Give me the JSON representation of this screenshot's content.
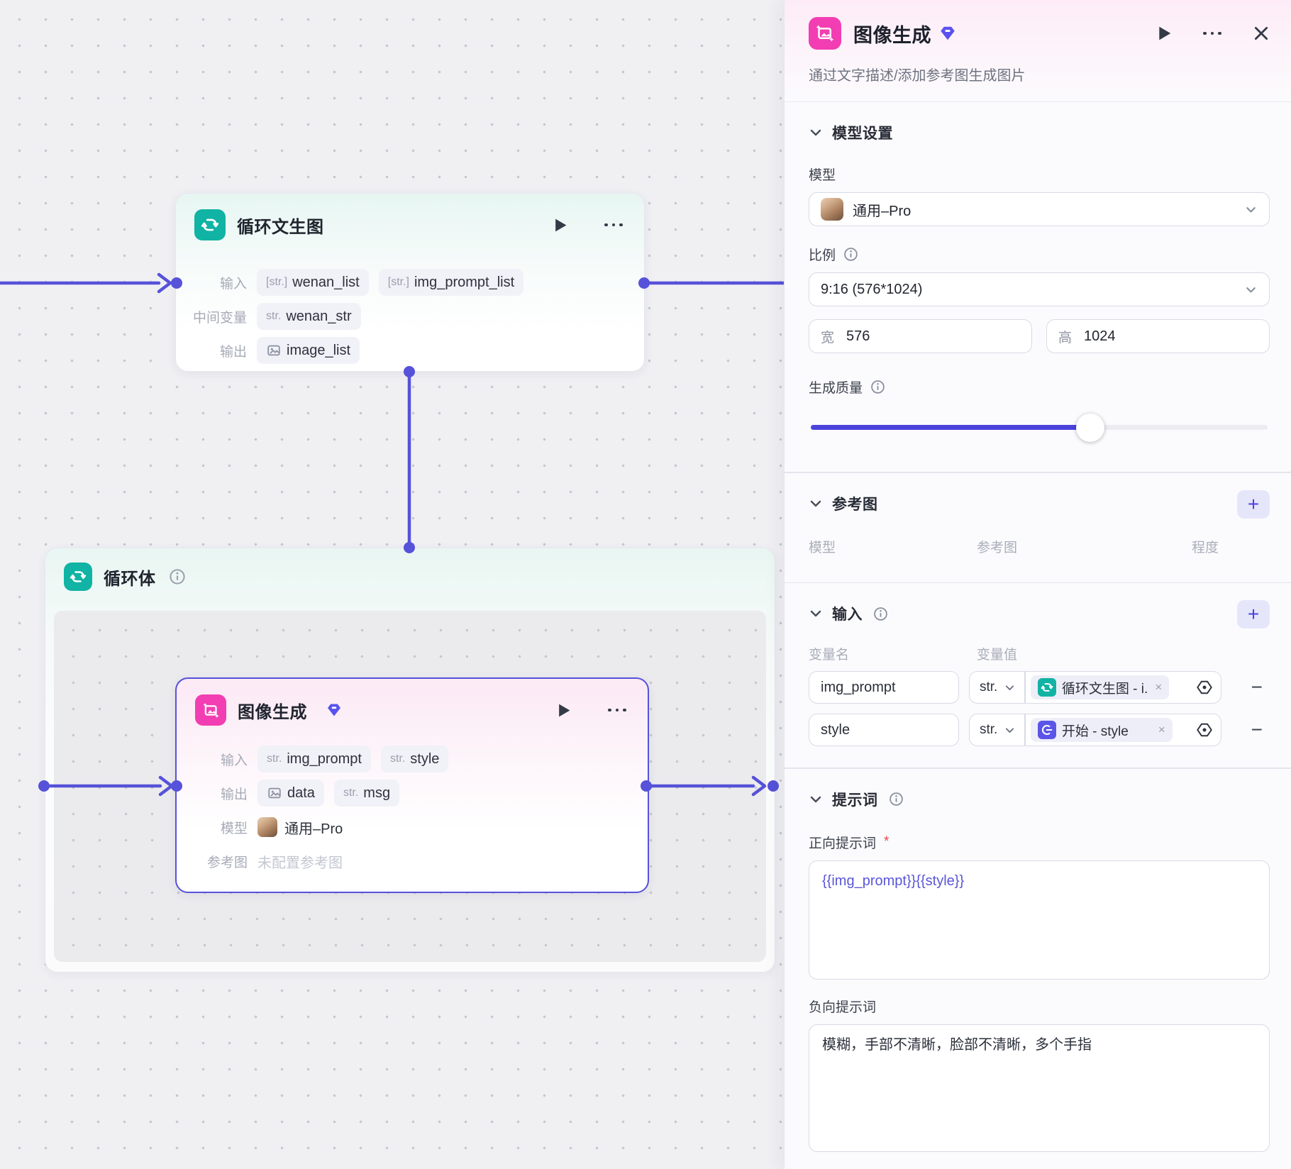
{
  "accent_colors": {
    "indigo": "#5652d9",
    "teal": "#10b3a4",
    "pink": "#f23eb2",
    "slider_fill": "#4b43dc"
  },
  "icons": {
    "loop-icon": "two circular arrows",
    "image-gen-icon": "framed picture with sparkles",
    "gem-badge-icon": "indigo gem with minus",
    "play-icon": "filled triangle",
    "more-icon": "three dots",
    "close-icon": "✕",
    "chevron-down-icon": "⌄",
    "info-icon": "ⓘ",
    "hexagon-setting-icon": "hexagon with center dot",
    "start-icon": "circular arrow with bar",
    "image-icon": "picture frame",
    "plus": "+",
    "minus": "−",
    "chip_close": "×"
  },
  "canvas": {
    "loop_node": {
      "title": "循环文生图",
      "input_label": "输入",
      "mid_label": "中间变量",
      "output_label": "输出",
      "input_chips": [
        {
          "tag": "[str.]",
          "text": "wenan_list"
        },
        {
          "tag": "[str.]",
          "text": "img_prompt_list"
        }
      ],
      "mid_chip": {
        "tag": "str.",
        "text": "wenan_str"
      },
      "output_chip": {
        "text": "image_list"
      }
    },
    "loop_body": {
      "title": "循环体"
    },
    "image_node": {
      "title": "图像生成",
      "input_label": "输入",
      "output_label": "输出",
      "model_label": "模型",
      "ref_label": "参考图",
      "input_chips": [
        {
          "tag": "str.",
          "text": "img_prompt"
        },
        {
          "tag": "str.",
          "text": "style"
        }
      ],
      "output_chips": [
        {
          "text": "data"
        },
        {
          "tag": "str.",
          "text": "msg"
        }
      ],
      "model_value": "通用–Pro",
      "ref_value": "未配置参考图"
    }
  },
  "panel": {
    "title": "图像生成",
    "description": "通过文字描述/添加参考图生成图片",
    "model_settings": {
      "title": "模型设置",
      "model_label": "模型",
      "model_value": "通用–Pro",
      "ratio_label": "比例",
      "ratio_value": "9:16 (576*1024)",
      "width_label": "宽",
      "width_value": "576",
      "height_label": "高",
      "height_value": "1024",
      "quality_label": "生成质量"
    },
    "reference": {
      "title": "参考图",
      "col_model": "模型",
      "col_ref": "参考图",
      "col_degree": "程度"
    },
    "inputs": {
      "title": "输入",
      "col_name": "变量名",
      "col_value": "变量值",
      "rows": [
        {
          "name": "img_prompt",
          "type": "str.",
          "ref": "循环文生图 - i."
        },
        {
          "name": "style",
          "type": "str.",
          "ref": "开始 - style"
        }
      ]
    },
    "prompt": {
      "title": "提示词",
      "positive_label": "正向提示词",
      "required_mark": "*",
      "positive_value": "{{img_prompt}}{{style}}",
      "negative_label": "负向提示词",
      "negative_value": "模糊，手部不清晰，脸部不清晰，多个手指"
    }
  }
}
